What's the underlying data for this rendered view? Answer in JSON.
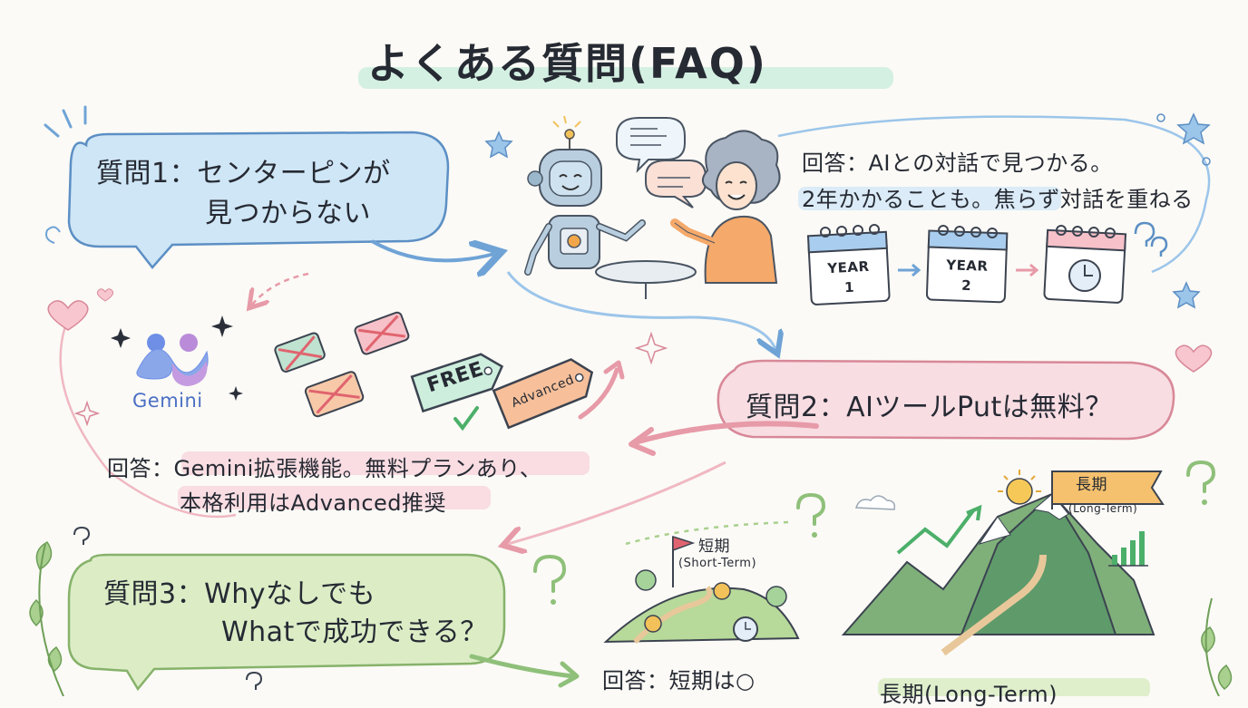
{
  "title": "よくある質問(FAQ)",
  "faq": [
    {
      "question_line1": "質問1：センターピンが",
      "question_line2": "見つからない",
      "answer_line1": "回答：AIとの対話で見つかる。",
      "answer_line2": "2年かかることも。焦らず対話を重ねる",
      "calendar": [
        "YEAR 1",
        "YEAR 2"
      ]
    },
    {
      "question_line1": "質問2：AIツールPutは無料？",
      "answer_line1": "回答：Gemini拡張機能。無料プランあり、",
      "answer_line2": "本格利用はAdvanced推奨",
      "logo": "Gemini",
      "tags": [
        "FREE",
        "Advanced"
      ]
    },
    {
      "question_line1": "質問3：Whyなしでも",
      "question_line2": "Whatで成功できる？",
      "answer_line1": "回答：短期は○",
      "short_term": {
        "label": "短期",
        "sub": "(Short-Term)"
      },
      "long_term": {
        "label": "長期",
        "sub": "(Long-Term)"
      },
      "long_term_footer": "長期(Long-Term)"
    }
  ],
  "colors": {
    "q1_bubble": "#cfe6f6",
    "q2_bubble": "#f8dde3",
    "q3_bubble": "#dcedc6",
    "title_highlight": "#cfeee0"
  }
}
